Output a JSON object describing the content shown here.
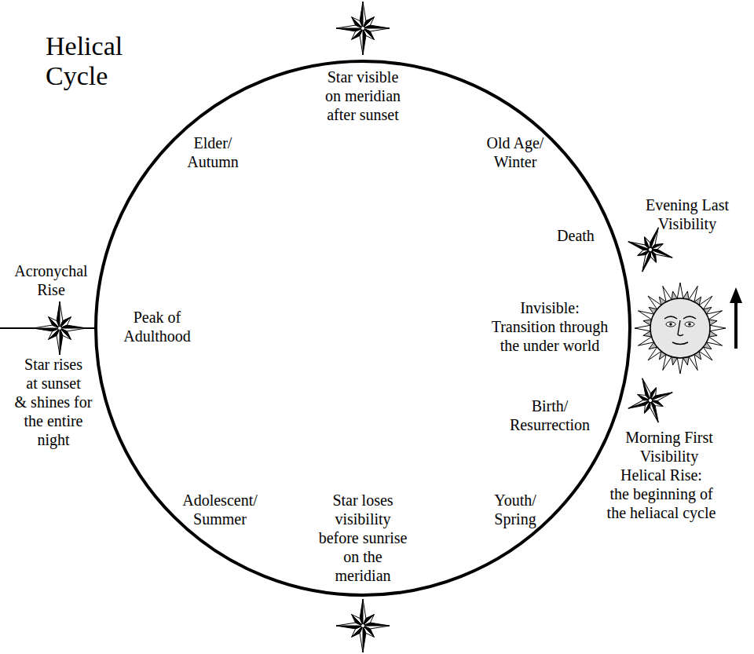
{
  "diagram": {
    "title": "Helical Cycle",
    "labels": [
      "Star visible on meridian after sunset",
      "Elder/ Autumn",
      "Old Age/ Winter",
      "Evening Last Visibility",
      "Death",
      "Acronychal Rise",
      "Peak of Adulthood",
      "Invisible: Transition through the under world",
      "Star rises at sunset & shines for the entire night",
      "Birth/ Resurrection",
      "Morning First Visibility",
      "Helical Rise: the beginning of the heliacal cycle",
      "Adolescent/ Summer",
      "Star loses visibility before sunrise on the meridian",
      "Youth/ Spring"
    ]
  }
}
